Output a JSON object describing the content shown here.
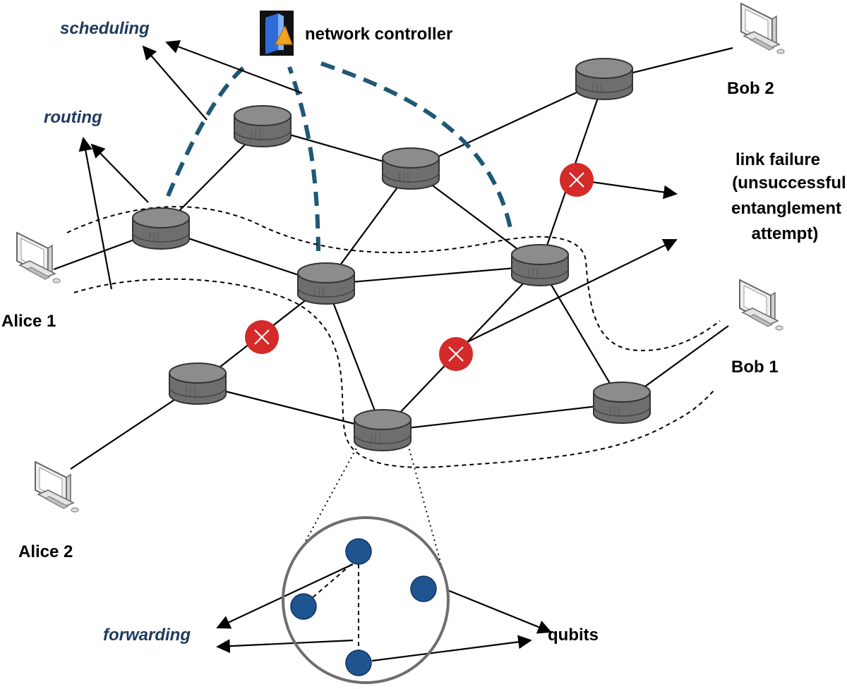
{
  "labels": {
    "network_controller": "network controller",
    "scheduling": "scheduling",
    "routing": "routing",
    "link_failure": [
      "link failure",
      "(unsuccessful",
      "entanglement",
      "attempt)"
    ],
    "alice1": "Alice 1",
    "alice2": "Alice 2",
    "bob1": "Bob 1",
    "bob2": "Bob 2",
    "forwarding": "forwarding",
    "qubits": "qubits"
  },
  "colors": {
    "router_fill": "#6e6e6e",
    "router_top": "#8c8c8c",
    "failure_red": "#d42a2a",
    "controller_link": "#1f5874",
    "qubit_blue": "#1e5591",
    "label_italic": "#1f3a5f"
  },
  "icons": [
    "server-icon",
    "computer-icon",
    "router-icon",
    "failure-x-icon",
    "qubit-icon"
  ]
}
